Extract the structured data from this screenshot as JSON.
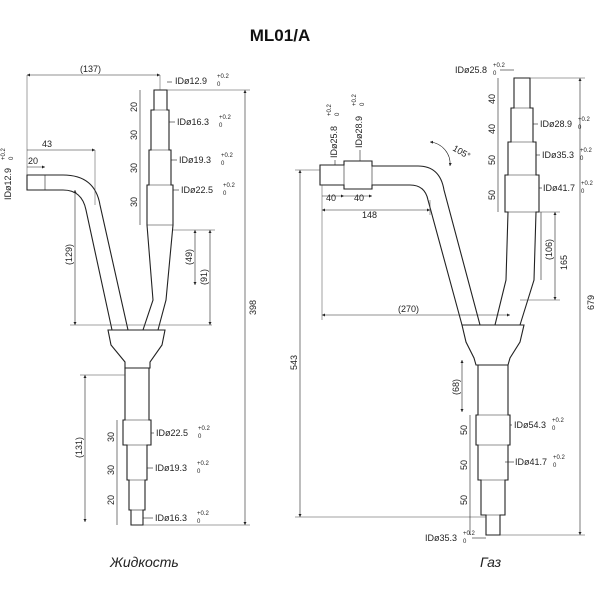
{
  "title": "ML01/A",
  "liquid": {
    "caption": "Жидкость",
    "dims": {
      "d137": "(137)",
      "d43": "43",
      "d20a": "20",
      "d129": "(129)",
      "d49": "(49)",
      "d91": "(91)",
      "d398": "398",
      "d131": "(131)",
      "d20b": "20",
      "d30b": "30",
      "d30c": "30",
      "d30d": "30",
      "d30e": "30",
      "d30f": "30",
      "d20c": "20"
    },
    "ids": {
      "top": "IDø12.9",
      "i163": "IDø16.3",
      "i193": "IDø19.3",
      "i225": "IDø22.5",
      "left": "IDø12.9",
      "b225": "IDø22.5",
      "b193": "IDø19.3",
      "b163": "IDø16.3"
    }
  },
  "gas": {
    "caption": "Газ",
    "dims": {
      "d40a": "40",
      "d40b": "40",
      "d148": "148",
      "d270": "(270)",
      "d543": "543",
      "d679": "679",
      "d106": "(106)",
      "d165": "165",
      "a105": "105°",
      "d68": "(68)",
      "t40a": "40",
      "t40b": "40",
      "t50a": "50",
      "t50b": "50",
      "b50a": "50",
      "b50b": "50",
      "b50c": "50"
    },
    "ids": {
      "top": "IDø25.8",
      "i289": "IDø28.9",
      "i353": "IDø35.3",
      "i417": "IDø41.7",
      "l258": "IDø25.8",
      "l289": "IDø28.9",
      "b543": "IDø54.3",
      "b417": "IDø41.7",
      "b353": "IDø35.3"
    }
  },
  "tolerance": {
    "upper": "+0.2",
    "lower": "0"
  }
}
